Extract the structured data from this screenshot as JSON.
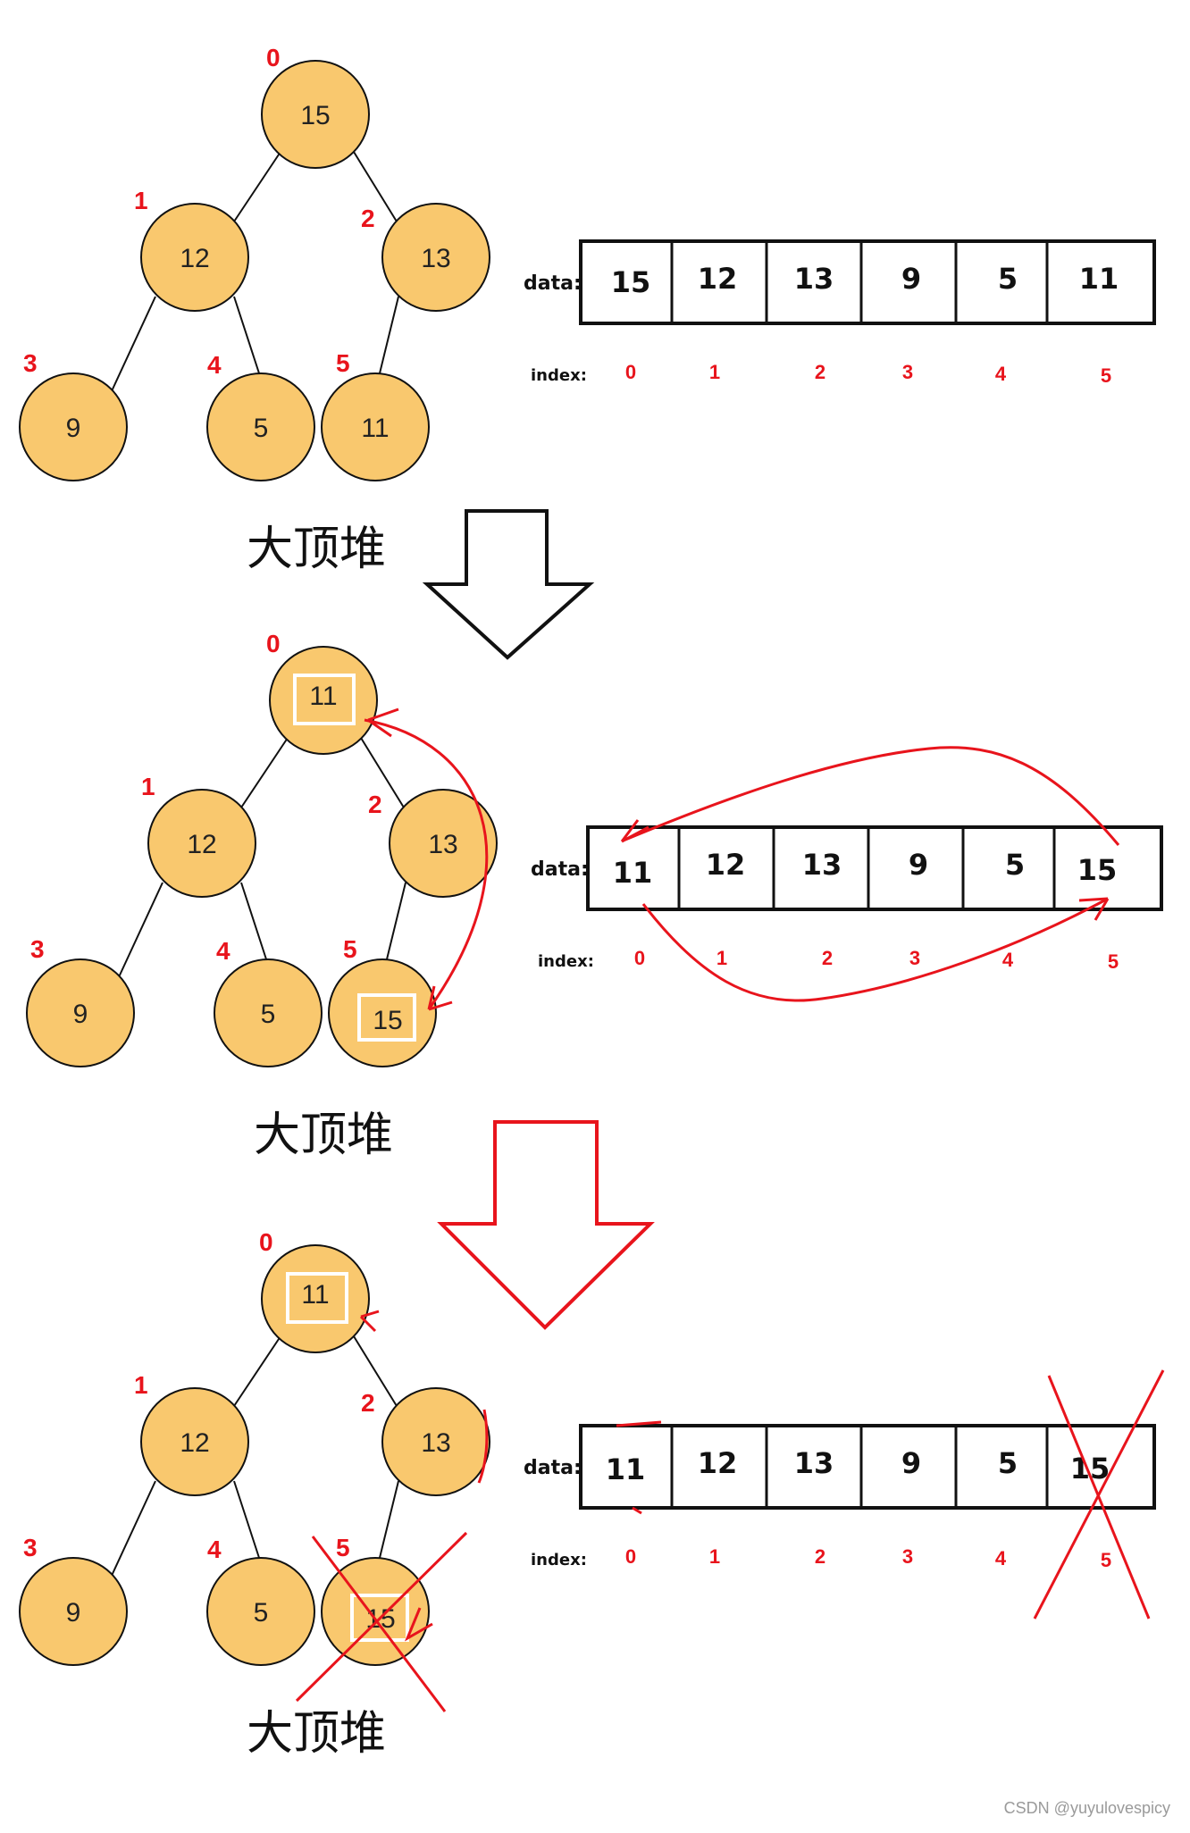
{
  "caption": "大顶堆",
  "data_label": "data:",
  "index_label": "index:",
  "watermark": "CSDN @yuyulovespicy",
  "colors": {
    "node_fill": "#f9c86e",
    "red": "#e8141c",
    "stroke": "#111111"
  },
  "panels": [
    {
      "node_values": [
        "15",
        "12",
        "13",
        "9",
        "5",
        "11"
      ],
      "node_indices": [
        "0",
        "1",
        "2",
        "3",
        "4",
        "5"
      ],
      "cells": [
        "15",
        "12",
        "13",
        "9",
        "5",
        "11"
      ],
      "indices": [
        "0",
        "1",
        "2",
        "3",
        "4",
        "5"
      ]
    },
    {
      "node_values": [
        "11",
        "12",
        "13",
        "9",
        "5",
        "15"
      ],
      "node_indices": [
        "0",
        "1",
        "2",
        "3",
        "4",
        "5"
      ],
      "cells": [
        "11",
        "12",
        "13",
        "9",
        "5",
        "15"
      ],
      "indices": [
        "0",
        "1",
        "2",
        "3",
        "4",
        "5"
      ]
    },
    {
      "node_values": [
        "11",
        "12",
        "13",
        "9",
        "5",
        "15"
      ],
      "node_indices": [
        "0",
        "1",
        "2",
        "3",
        "4",
        "5"
      ],
      "cells": [
        "11",
        "12",
        "13",
        "9",
        "5",
        "15"
      ],
      "indices": [
        "0",
        "1",
        "2",
        "3",
        "4",
        "5"
      ]
    }
  ]
}
